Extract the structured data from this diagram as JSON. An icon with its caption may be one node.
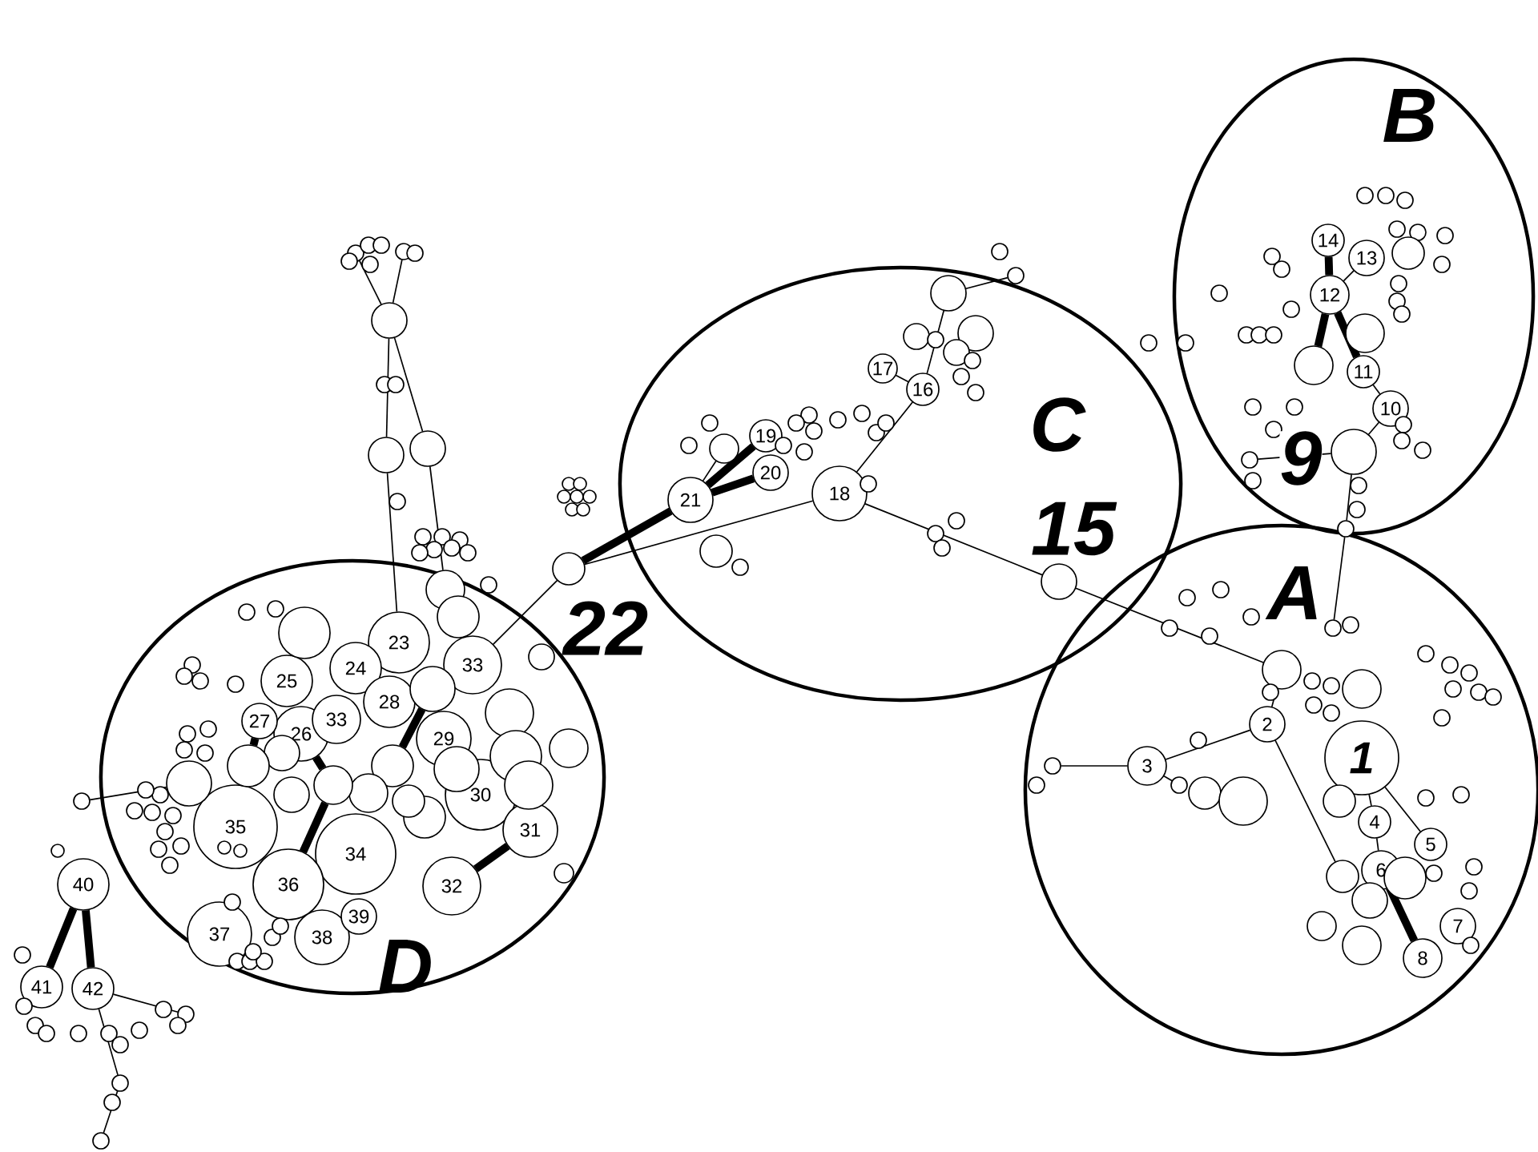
{
  "diagram": {
    "nodes": [
      {
        "text": [
          "A"
        ]
      },
      {
        "text": [
          "B"
        ]
      },
      {
        "text": [
          "C"
        ]
      },
      {
        "text": [
          "D"
        ]
      },
      {
        "text": [
          "1"
        ],
        "in": 0
      },
      {
        "text": [
          "2"
        ],
        "in": 0
      },
      {
        "text": [
          "3"
        ],
        "in": 0
      },
      {
        "text": [
          "4"
        ],
        "in": 0
      },
      {
        "text": [
          "5"
        ],
        "in": 0
      },
      {
        "text": [
          "6"
        ],
        "in": 0
      },
      {
        "text": [
          "7"
        ],
        "in": 0
      },
      {
        "text": [
          "8"
        ],
        "in": 0
      },
      {
        "text": [],
        "shape": "circle",
        "beside": [
          "9"
        ],
        "in": 1
      },
      {
        "text": [
          "10"
        ],
        "in": 1
      },
      {
        "text": [
          "11"
        ],
        "in": 1
      },
      {
        "text": [
          "12"
        ],
        "in": 1
      },
      {
        "text": [
          "13"
        ],
        "in": 1
      },
      {
        "text": [
          "14"
        ],
        "in": 1
      },
      {
        "text": [],
        "shape": "circle",
        "beside": [
          "15"
        ],
        "in": 2
      },
      {
        "text": [
          "16"
        ],
        "in": 2
      },
      {
        "text": [
          "17"
        ],
        "in": 2
      },
      {
        "text": [
          "18"
        ],
        "in": 2
      },
      {
        "text": [
          "19"
        ],
        "in": 2
      },
      {
        "text": [
          "20"
        ],
        "in": 2
      },
      {
        "text": [
          "21"
        ],
        "in": 2
      },
      {
        "text": [],
        "shape": "circle",
        "beside": [
          "22"
        ]
      },
      {
        "text": [
          "23"
        ],
        "in": 3
      },
      {
        "text": [
          "24"
        ],
        "in": 3
      },
      {
        "text": [
          "25"
        ],
        "in": 3
      },
      {
        "text": [
          "26"
        ],
        "in": 3
      },
      {
        "text": [
          "27"
        ],
        "in": 3
      },
      {
        "text": [
          "28"
        ],
        "in": 3
      },
      {
        "text": [
          "29"
        ],
        "in": 3
      },
      {
        "text": [
          "30"
        ],
        "in": 3
      },
      {
        "text": [
          "31"
        ],
        "in": 3
      },
      {
        "text": [
          "32"
        ],
        "in": 3
      },
      {
        "text": [
          "33"
        ],
        "in": 3
      },
      {
        "text": [
          "33"
        ],
        "in": 3
      },
      {
        "text": [
          "34"
        ],
        "in": 3
      },
      {
        "text": [
          "35"
        ],
        "in": 3
      },
      {
        "text": [
          "36"
        ],
        "in": 3
      },
      {
        "text": [
          "37"
        ],
        "in": 3
      },
      {
        "text": [
          "38"
        ],
        "in": 3
      },
      {
        "text": [
          "39"
        ],
        "in": 3
      },
      {
        "text": [
          "40"
        ]
      },
      {
        "text": [
          "41"
        ]
      },
      {
        "text": [
          "42"
        ]
      },
      {
        "text": [],
        "shape": "circle",
        "in": 0
      },
      {
        "text": [],
        "shape": "circle",
        "in": 0
      },
      {
        "text": [],
        "shape": "circle",
        "in": 0
      },
      {
        "text": [],
        "shape": "circle",
        "in": 0
      },
      {
        "text": [],
        "shape": "circle",
        "in": 0
      },
      {
        "text": [],
        "shape": "circle",
        "in": 0
      },
      {
        "text": [],
        "shape": "circle",
        "in": 0
      },
      {
        "text": [],
        "shape": "circle",
        "in": 0
      },
      {
        "text": [],
        "shape": "circle",
        "in": 0
      },
      {
        "text": [],
        "shape": "circle",
        "in": 0
      },
      {
        "text": [],
        "shape": "circle",
        "in": 0
      },
      {
        "text": [],
        "shape": "circle",
        "in": 0
      },
      {
        "text": [],
        "shape": "circle",
        "in": 0
      },
      {
        "text": [],
        "shape": "circle",
        "in": 0
      },
      {
        "text": [],
        "shape": "circle",
        "in": 0
      },
      {
        "text": [],
        "shape": "circle",
        "in": 0
      },
      {
        "text": [],
        "shape": "circle",
        "in": 0
      },
      {
        "text": [],
        "shape": "circle",
        "in": 0
      },
      {
        "text": [],
        "shape": "circle",
        "in": 0
      },
      {
        "text": [],
        "shape": "circle",
        "in": 0
      },
      {
        "text": [],
        "shape": "circle",
        "in": 0
      },
      {
        "text": [],
        "shape": "circle",
        "in": 0
      },
      {
        "text": [],
        "shape": "circle",
        "in": 0
      },
      {
        "text": [],
        "shape": "circle",
        "in": 0
      },
      {
        "text": [],
        "shape": "circle",
        "in": 0
      },
      {
        "text": [],
        "shape": "circle",
        "in": 0
      },
      {
        "text": [],
        "shape": "circle",
        "in": 0
      },
      {
        "text": [],
        "shape": "circle",
        "in": 0
      },
      {
        "text": [],
        "shape": "circle",
        "in": 0
      },
      {
        "text": [],
        "shape": "circle",
        "in": 0
      },
      {
        "text": [],
        "shape": "circle",
        "in": 0
      },
      {
        "text": [],
        "shape": "circle",
        "in": 0
      },
      {
        "text": [],
        "shape": "circle",
        "in": 0
      },
      {
        "text": [],
        "shape": "circle",
        "in": 0
      },
      {
        "text": [],
        "shape": "circle",
        "in": 0
      },
      {
        "text": [],
        "shape": "circle",
        "in": 0
      },
      {
        "text": [],
        "shape": "circle",
        "in": 0
      },
      {
        "text": [],
        "shape": "circle",
        "in": 0
      },
      {
        "text": [],
        "shape": "circle",
        "in": 0
      },
      {
        "text": [],
        "shape": "circle",
        "in": 1
      },
      {
        "text": [],
        "shape": "circle",
        "in": 1
      },
      {
        "text": [],
        "shape": "circle",
        "in": 1
      },
      {
        "text": [],
        "shape": "circle",
        "in": 1
      },
      {
        "text": [],
        "shape": "circle",
        "in": 1
      },
      {
        "text": [],
        "shape": "circle",
        "in": 1
      },
      {
        "text": [],
        "shape": "circle",
        "in": 1
      },
      {
        "text": [],
        "shape": "circle",
        "in": 1
      },
      {
        "text": [],
        "shape": "circle",
        "in": 1
      },
      {
        "text": [],
        "shape": "circle",
        "in": 1
      },
      {
        "text": [],
        "shape": "circle",
        "in": 1
      },
      {
        "text": [],
        "shape": "circle",
        "in": 1
      },
      {
        "text": [],
        "shape": "circle",
        "in": 1
      },
      {
        "text": [],
        "shape": "circle",
        "in": 1
      },
      {
        "text": [],
        "shape": "circle",
        "in": 1
      },
      {
        "text": [],
        "shape": "circle",
        "in": 1
      },
      {
        "text": [],
        "shape": "circle",
        "in": 1
      },
      {
        "text": [],
        "shape": "circle",
        "in": 1
      },
      {
        "text": [],
        "shape": "circle",
        "in": 1
      },
      {
        "text": [],
        "shape": "circle",
        "in": 1
      },
      {
        "text": [],
        "shape": "circle",
        "in": 1
      },
      {
        "text": [],
        "shape": "circle",
        "in": 1
      },
      {
        "text": [],
        "shape": "circle",
        "in": 1
      },
      {
        "text": [],
        "shape": "circle",
        "in": 1
      },
      {
        "text": [],
        "shape": "circle",
        "in": 1
      },
      {
        "text": [],
        "shape": "circle"
      },
      {
        "text": [],
        "shape": "circle",
        "in": 1
      },
      {
        "text": [],
        "shape": "circle",
        "in": 1
      },
      {
        "text": [],
        "shape": "circle",
        "in": 1
      },
      {
        "text": [],
        "shape": "circle",
        "in": 1
      },
      {
        "text": [],
        "shape": "circle",
        "in": 1
      },
      {
        "text": [],
        "shape": "circle",
        "in": 1
      },
      {
        "text": [],
        "shape": "circle"
      },
      {
        "text": [],
        "shape": "circle"
      },
      {
        "text": [],
        "shape": "circle"
      },
      {
        "text": [],
        "shape": "circle",
        "in": 2
      },
      {
        "text": [],
        "shape": "circle",
        "in": 2
      },
      {
        "text": [],
        "shape": "circle",
        "in": 2
      },
      {
        "text": [],
        "shape": "circle",
        "in": 2
      },
      {
        "text": [],
        "shape": "circle",
        "in": 2
      },
      {
        "text": [],
        "shape": "circle",
        "in": 2
      },
      {
        "text": [],
        "shape": "circle",
        "in": 2
      },
      {
        "text": [],
        "shape": "circle",
        "in": 2
      },
      {
        "text": [],
        "shape": "circle",
        "in": 2
      },
      {
        "text": [],
        "shape": "circle",
        "in": 2
      },
      {
        "text": [],
        "shape": "circle",
        "in": 2
      },
      {
        "text": [],
        "shape": "circle",
        "in": 2
      },
      {
        "text": [],
        "shape": "circle",
        "in": 2
      },
      {
        "text": [],
        "shape": "circle",
        "in": 2
      },
      {
        "text": [],
        "shape": "circle",
        "in": 2
      },
      {
        "text": [],
        "shape": "circle",
        "in": 2
      },
      {
        "text": [],
        "shape": "circle",
        "in": 2
      },
      {
        "text": [],
        "shape": "circle",
        "in": 2
      },
      {
        "text": [],
        "shape": "circle",
        "in": 2
      },
      {
        "text": [],
        "shape": "circle",
        "in": 2
      },
      {
        "text": [],
        "shape": "circle",
        "in": 2
      },
      {
        "text": [],
        "shape": "circle",
        "in": 2
      },
      {
        "text": [],
        "shape": "circle",
        "in": 2
      },
      {
        "text": [],
        "shape": "circle",
        "in": 2
      },
      {
        "text": [],
        "shape": "circle",
        "in": 2
      },
      {
        "text": [],
        "shape": "circle",
        "in": 2
      },
      {
        "text": [],
        "shape": "circle"
      },
      {
        "text": [],
        "shape": "circle"
      },
      {
        "text": [],
        "shape": "circle"
      },
      {
        "text": [],
        "shape": "circle"
      },
      {
        "text": [],
        "shape": "circle"
      },
      {
        "text": [],
        "shape": "circle"
      },
      {
        "text": [],
        "shape": "circle"
      },
      {
        "text": [],
        "shape": "circle"
      },
      {
        "text": [],
        "shape": "circle"
      },
      {
        "text": [],
        "shape": "circle"
      },
      {
        "text": [],
        "shape": "circle"
      },
      {
        "text": [],
        "shape": "circle"
      },
      {
        "text": [],
        "shape": "circle"
      },
      {
        "text": [],
        "shape": "circle"
      },
      {
        "text": [],
        "shape": "circle"
      },
      {
        "text": [],
        "shape": "circle"
      },
      {
        "text": [],
        "shape": "circle"
      },
      {
        "text": [],
        "shape": "circle"
      },
      {
        "text": [],
        "shape": "circle"
      },
      {
        "text": [],
        "shape": "circle"
      },
      {
        "text": [],
        "shape": "circle"
      },
      {
        "text": [],
        "shape": "circle"
      },
      {
        "text": [],
        "shape": "circle"
      },
      {
        "text": [],
        "shape": "circle"
      },
      {
        "text": [],
        "shape": "circle"
      },
      {
        "text": [],
        "shape": "circle"
      },
      {
        "text": [],
        "shape": "circle"
      },
      {
        "text": [],
        "shape": "circle",
        "in": 3
      },
      {
        "text": [],
        "shape": "circle",
        "in": 3
      },
      {
        "text": [],
        "shape": "circle"
      },
      {
        "text": [],
        "shape": "circle",
        "in": 3
      },
      {
        "text": [],
        "shape": "circle",
        "in": 3
      },
      {
        "text": [],
        "shape": "circle",
        "in": 3
      },
      {
        "text": [],
        "shape": "circle",
        "in": 3
      },
      {
        "text": [],
        "shape": "circle",
        "in": 3
      },
      {
        "text": [],
        "shape": "circle",
        "in": 3
      },
      {
        "text": [],
        "shape": "circle",
        "in": 3
      },
      {
        "text": [],
        "shape": "circle",
        "in": 3
      },
      {
        "text": [],
        "shape": "circle",
        "in": 3
      },
      {
        "text": [],
        "shape": "circle",
        "in": 3
      },
      {
        "text": [],
        "shape": "circle",
        "in": 3
      },
      {
        "text": [],
        "shape": "circle",
        "in": 3
      },
      {
        "text": [],
        "shape": "circle",
        "in": 3
      },
      {
        "text": [],
        "shape": "circle",
        "in": 3
      },
      {
        "text": [],
        "shape": "circle",
        "in": 3
      },
      {
        "text": [],
        "shape": "circle",
        "in": 3
      },
      {
        "text": [],
        "shape": "circle",
        "in": 3
      },
      {
        "text": [],
        "shape": "circle",
        "in": 3
      },
      {
        "text": [],
        "shape": "circle",
        "in": 3
      },
      {
        "text": [],
        "shape": "circle",
        "in": 3
      },
      {
        "text": [],
        "shape": "circle",
        "in": 3
      },
      {
        "text": [],
        "shape": "circle",
        "in": 3
      },
      {
        "text": [],
        "shape": "circle",
        "in": 3
      },
      {
        "text": [],
        "shape": "circle",
        "in": 3
      },
      {
        "text": [],
        "shape": "circle",
        "in": 3
      },
      {
        "text": [],
        "shape": "circle",
        "in": 3
      },
      {
        "text": [],
        "shape": "circle",
        "in": 3
      },
      {
        "text": [],
        "shape": "circle",
        "in": 3
      },
      {
        "text": [],
        "shape": "circle",
        "in": 3
      },
      {
        "text": [],
        "shape": "circle",
        "in": 3
      },
      {
        "text": [],
        "shape": "circle",
        "in": 3
      },
      {
        "text": [],
        "shape": "circle",
        "in": 39
      },
      {
        "text": [],
        "shape": "circle",
        "in": 39
      },
      {
        "text": [],
        "shape": "circle",
        "in": 3
      },
      {
        "text": [],
        "shape": "circle",
        "in": 3
      },
      {
        "text": [],
        "shape": "circle",
        "in": 3
      },
      {
        "text": [],
        "shape": "circle",
        "in": 3
      },
      {
        "text": [],
        "shape": "circle",
        "in": 3
      },
      {
        "text": [],
        "shape": "circle",
        "in": 3
      },
      {
        "text": [],
        "shape": "circle",
        "in": 3
      },
      {
        "text": [],
        "shape": "circle",
        "in": 3
      },
      {
        "text": [],
        "shape": "circle",
        "in": 3
      },
      {
        "text": [],
        "shape": "circle",
        "in": 3
      },
      {
        "text": [],
        "shape": "circle",
        "in": 3
      },
      {
        "text": [],
        "shape": "circle",
        "in": 3
      },
      {
        "text": [],
        "shape": "circle"
      },
      {
        "text": [],
        "shape": "circle",
        "in": 3
      },
      {
        "text": [],
        "shape": "circle"
      },
      {
        "text": [],
        "shape": "circle"
      },
      {
        "text": [],
        "shape": "circle"
      },
      {
        "text": [],
        "shape": "circle"
      },
      {
        "text": [],
        "shape": "circle"
      },
      {
        "text": [],
        "shape": "circle"
      },
      {
        "text": [],
        "shape": "circle"
      },
      {
        "text": [],
        "shape": "circle"
      },
      {
        "text": [],
        "shape": "circle"
      },
      {
        "text": [],
        "shape": "circle"
      },
      {
        "text": [],
        "shape": "circle"
      },
      {
        "text": [],
        "shape": "circle"
      },
      {
        "text": [],
        "shape": "circle"
      },
      {
        "text": [],
        "shape": "circle"
      },
      {
        "text": [],
        "shape": "circle"
      }
    ],
    "edges": [
      {
        "from": 4,
        "to": 7,
        "arrow": "none"
      },
      {
        "from": 7,
        "to": 9,
        "arrow": "none"
      },
      {
        "from": 9,
        "to": 11,
        "arrow": "none",
        "style": "thick"
      },
      {
        "from": 4,
        "to": 8,
        "arrow": "none"
      },
      {
        "from": 6,
        "to": 5,
        "arrow": "none"
      },
      {
        "from": 17,
        "to": 15,
        "arrow": "none",
        "style": "thick"
      },
      {
        "from": 16,
        "to": 15,
        "arrow": "none"
      },
      {
        "from": 15,
        "to": 14,
        "arrow": "none",
        "style": "thick"
      },
      {
        "from": 14,
        "to": 13,
        "arrow": "none"
      },
      {
        "from": 13,
        "to": 12,
        "arrow": "none"
      },
      {
        "from": 19,
        "to": 20,
        "arrow": "none"
      },
      {
        "from": 19,
        "to": 21,
        "arrow": "none"
      },
      {
        "from": 22,
        "to": 24,
        "arrow": "none",
        "style": "thick"
      },
      {
        "from": 23,
        "to": 24,
        "arrow": "none",
        "style": "thick"
      },
      {
        "from": 24,
        "to": 25,
        "arrow": "none",
        "style": "thick"
      },
      {
        "from": 21,
        "to": 25,
        "arrow": "none"
      },
      {
        "from": 21,
        "to": 18,
        "arrow": "none"
      },
      {
        "from": 25,
        "to": 36,
        "arrow": "none"
      },
      {
        "from": 44,
        "to": 45,
        "arrow": "none",
        "style": "thick"
      },
      {
        "from": 44,
        "to": 46,
        "arrow": "none",
        "style": "thick"
      },
      {
        "from": 34,
        "to": 35,
        "arrow": "none",
        "style": "thick"
      },
      {
        "from": 18,
        "to": 47,
        "arrow": "none"
      },
      {
        "from": 5,
        "to": 59,
        "arrow": "none"
      },
      {
        "from": 6,
        "to": 77,
        "arrow": "none"
      },
      {
        "from": 6,
        "to": 55,
        "arrow": "none"
      },
      {
        "from": 12,
        "to": 112,
        "arrow": "none"
      },
      {
        "from": 12,
        "to": 111,
        "arrow": "none"
      },
      {
        "from": 111,
        "to": 84,
        "arrow": "none"
      },
      {
        "from": 19,
        "to": 121,
        "arrow": "none"
      },
      {
        "from": 121,
        "to": 120,
        "arrow": "none"
      },
      {
        "from": 24,
        "to": 138,
        "arrow": "none"
      },
      {
        "from": 154,
        "to": 155,
        "arrow": "none"
      },
      {
        "from": 154,
        "to": 160,
        "arrow": "none"
      },
      {
        "from": 154,
        "to": 164,
        "arrow": "none"
      },
      {
        "from": 154,
        "to": 165,
        "arrow": "none"
      },
      {
        "from": 26,
        "to": 164,
        "arrow": "none"
      },
      {
        "from": 165,
        "to": 174,
        "arrow": "none"
      },
      {
        "from": 222,
        "to": 198,
        "arrow": "none"
      },
      {
        "from": 46,
        "to": 234,
        "arrow": "none"
      },
      {
        "from": 46,
        "to": 236,
        "arrow": "none"
      },
      {
        "from": 236,
        "to": 238,
        "arrow": "none"
      },
      {
        "from": 30,
        "to": 193,
        "arrow": "none",
        "style": "thick"
      },
      {
        "from": 29,
        "to": 190,
        "arrow": "none",
        "style": "thick"
      },
      {
        "from": 190,
        "to": 40,
        "arrow": "none",
        "style": "thick"
      },
      {
        "from": 15,
        "to": 87,
        "arrow": "none",
        "style": "thick"
      },
      {
        "from": 47,
        "to": 5,
        "arrow": "none"
      },
      {
        "from": 187,
        "to": 179,
        "arrow": "none",
        "style": "thick"
      }
    ]
  }
}
